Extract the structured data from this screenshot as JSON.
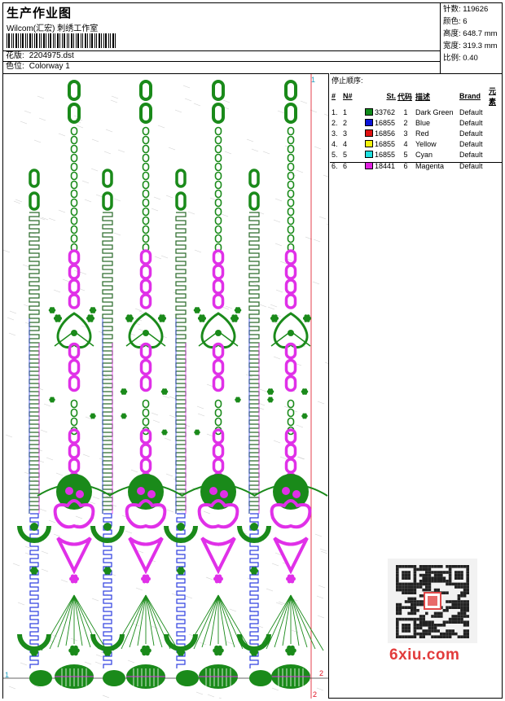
{
  "header": {
    "title": "生产作业图",
    "company": "Wilcom(汇宏) 刺绣工作室",
    "design_label": "花版:",
    "design_value": "2204975.dst",
    "colorway_label": "色位:",
    "colorway_value": "Colorway 1"
  },
  "stats": [
    {
      "label": "针数:",
      "value": "119626"
    },
    {
      "label": "颜色:",
      "value": "6"
    },
    {
      "label": "高度:",
      "value": "648.7 mm"
    },
    {
      "label": "宽度:",
      "value": "319.3 mm"
    },
    {
      "label": "比例:",
      "value": "0.40"
    }
  ],
  "color_table": {
    "title": "停止顺序:",
    "headers": [
      "#",
      "N#",
      "St.",
      "代码",
      "描述",
      "Brand",
      "元素"
    ],
    "rows": [
      {
        "num": "1.",
        "n": "1",
        "color": "#0f8a1a",
        "stitches": "33762",
        "code": "1",
        "desc": "Dark Green",
        "brand": "Default"
      },
      {
        "num": "2.",
        "n": "2",
        "color": "#0a14d8",
        "stitches": "16855",
        "code": "2",
        "desc": "Blue",
        "brand": "Default"
      },
      {
        "num": "3.",
        "n": "3",
        "color": "#e01010",
        "stitches": "16856",
        "code": "3",
        "desc": "Red",
        "brand": "Default"
      },
      {
        "num": "4.",
        "n": "4",
        "color": "#f2f20a",
        "stitches": "16855",
        "code": "4",
        "desc": "Yellow",
        "brand": "Default"
      },
      {
        "num": "5.",
        "n": "5",
        "color": "#20e0e0",
        "stitches": "16855",
        "code": "5",
        "desc": "Cyan",
        "brand": "Default"
      },
      {
        "num": "6.",
        "n": "6",
        "color": "#e020e0",
        "stitches": "18441",
        "code": "6",
        "desc": "Magenta",
        "brand": "Default"
      }
    ]
  },
  "markers": [
    "1",
    "1",
    "2",
    "2"
  ],
  "watermark": "6xiu.com",
  "colors": {
    "green": "#1a8a1a",
    "magenta": "#e030e8",
    "blue": "#3040e0",
    "red": "#e01020",
    "cyan": "#30b8d0"
  }
}
